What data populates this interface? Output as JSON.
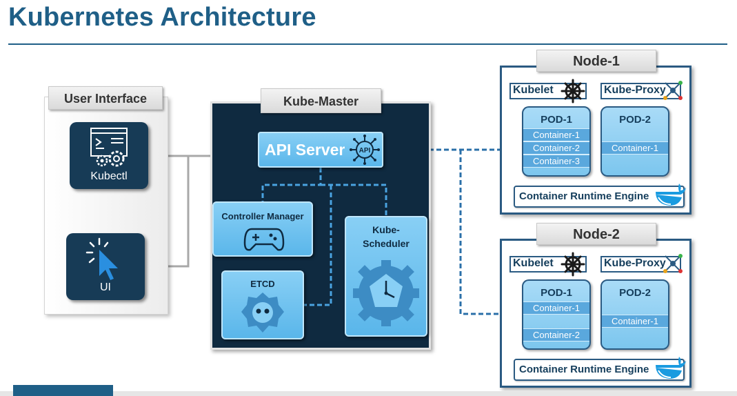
{
  "title": "Kubernetes Architecture",
  "user_interface": {
    "label": "User Interface",
    "kubectl": "Kubectl",
    "ui": "UI"
  },
  "master": {
    "label": "Kube-Master",
    "api_server": "API Server",
    "api_icon_text": "API",
    "controller_manager": "Controller Manager",
    "etcd": "ETCD",
    "scheduler_line1": "Kube-",
    "scheduler_line2": "Scheduler"
  },
  "nodes": [
    {
      "label": "Node-1",
      "kubelet": "Kubelet",
      "kube_proxy": "Kube-Proxy",
      "pods": [
        {
          "name": "POD-1",
          "containers": [
            "Container-1",
            "Container-2",
            "Container-3"
          ]
        },
        {
          "name": "POD-2",
          "containers": [
            "Container-1"
          ]
        }
      ],
      "runtime": "Container Runtime Engine"
    },
    {
      "label": "Node-2",
      "kubelet": "Kubelet",
      "kube_proxy": "Kube-Proxy",
      "pods": [
        {
          "name": "POD-1",
          "containers": [
            "Container-1",
            "Container-2"
          ]
        },
        {
          "name": "POD-2",
          "containers": [
            "Container-1"
          ]
        }
      ],
      "runtime": "Container Runtime Engine"
    }
  ],
  "colors": {
    "title": "#1f5f87",
    "master_bg": "#0f2a40",
    "component_blue": "#5ab6ea",
    "connector_dashed": "#2a6fa8",
    "connector_solid": "#a8a8a8"
  }
}
